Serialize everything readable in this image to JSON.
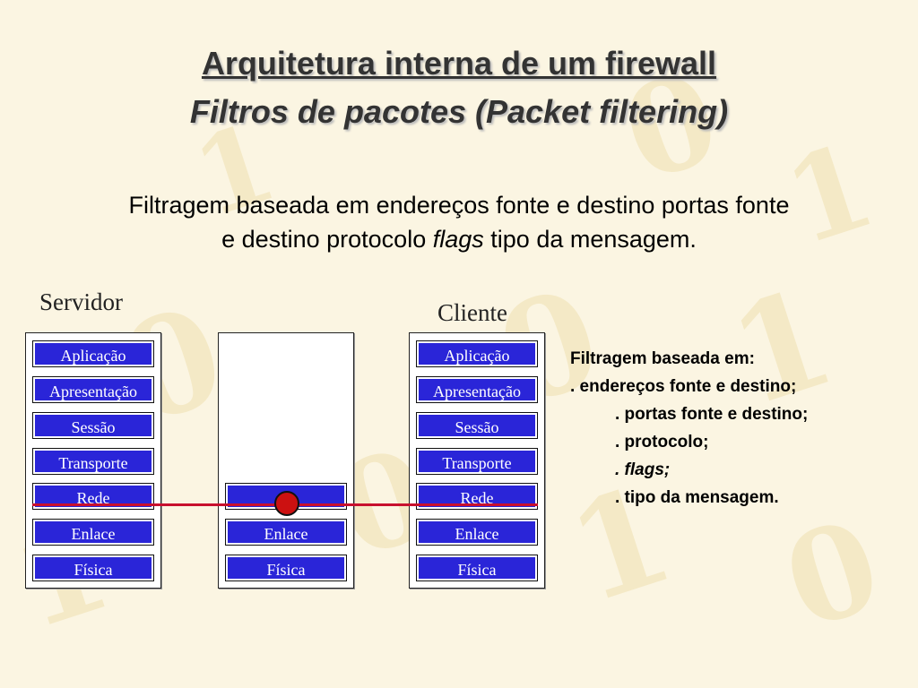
{
  "slide": {
    "title": "Arquitetura interna de um firewall",
    "subtitle": "Filtros de pacotes (Packet filtering)",
    "intro_line1": "Filtragem baseada em endereços fonte e destino portas fonte",
    "intro_line2_pre": "e destino protocolo ",
    "intro_line2_italic": "flags",
    "intro_line2_post": " tipo da mensagem."
  },
  "diagram": {
    "server_label": "Servidor",
    "client_label": "Cliente",
    "server_layers": [
      "Aplicação",
      "Apresentação",
      "Sessão",
      "Transporte",
      "Rede",
      "Enlace",
      "Física"
    ],
    "middle_layers": [
      "",
      "Enlace",
      "Física"
    ],
    "client_layers": [
      "Aplicação",
      "Apresentação",
      "Sessão",
      "Transporte",
      "Rede",
      "Enlace",
      "Física"
    ],
    "line_color": "#c8102e",
    "layer_color": "#2a25d8"
  },
  "criteria": {
    "heading": "Filtragem baseada em:",
    "items": [
      ". endereços fonte e destino;",
      ". portas fonte e destino;",
      ". protocolo;",
      ". flags;",
      ". tipo da mensagem."
    ]
  }
}
